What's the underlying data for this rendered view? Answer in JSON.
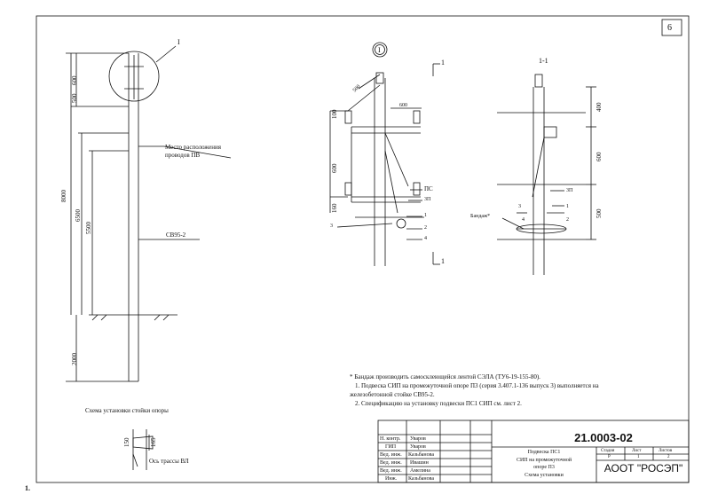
{
  "sheet_number": "6",
  "callout_left": "I",
  "callout_center": "I",
  "section_mark": "1",
  "section_view_label": "1-1",
  "left_view": {
    "dims": [
      "600",
      "500",
      "8000",
      "6500",
      "5500",
      "2000"
    ],
    "label_wires": [
      "Место расположения",
      "проводов ПВ"
    ],
    "label_post": "СВ95-2"
  },
  "center_view": {
    "dims": [
      "500",
      "100",
      "600",
      "600",
      "160"
    ],
    "labels": [
      "ПС",
      "3П",
      "1",
      "2",
      "3",
      "4"
    ]
  },
  "right_view": {
    "dims": [
      "400",
      "600",
      "500"
    ],
    "labels": [
      "3П",
      "3",
      "1",
      "4",
      "2"
    ],
    "bandage": "Бандаж*"
  },
  "install_scheme": {
    "title": "Схема установки стойки опоры",
    "dims": [
      "150",
      "165"
    ],
    "axis_label": "Ось трассы ВЛ"
  },
  "notes": [
    "* Бандаж производить самосклеющейся лентой СЭЛА (ТУ6-19-155-80).",
    "1. Подвеска СИП на промежуточной опоре П3 (серия 3.407.1-136 выпуск 3) выполняется на",
    "железобетонной стойке СВ95-2.",
    "2. Спецификацию на установку подвески ПС1 СИП см. лист 2."
  ],
  "title_block": {
    "doc_number": "21.0003-02",
    "title_lines": [
      "Подвеска ПС1",
      "СИП на промежуточной",
      "опоре П3",
      "Схема установки"
    ],
    "stage_header": "Стадия",
    "sheet_header": "Лист",
    "sheets_header": "Листов",
    "stage": "Р",
    "sheet": "1",
    "sheets": "2",
    "organization": "АООТ \"РОСЭП\"",
    "signatures": [
      {
        "role": "Н. контр.",
        "name": "Уваров"
      },
      {
        "role": "ГИП",
        "name": "Уваров"
      },
      {
        "role": "Вед. инж.",
        "name": "Казьбанова"
      },
      {
        "role": "Вед. инж.",
        "name": "Ивашин"
      },
      {
        "role": "Вед. инж.",
        "name": "Амелина"
      },
      {
        "role": "Инж.",
        "name": "Казьбанова"
      }
    ]
  },
  "corner_mark": "1."
}
